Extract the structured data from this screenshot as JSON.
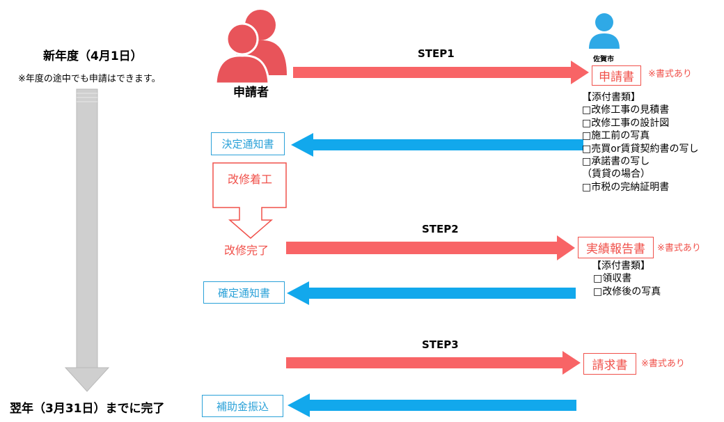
{
  "timeline": {
    "start_title": "新年度（4月1日）",
    "start_note": "※年度の途中でも申請はできます。",
    "end_title": "翌年（3月31日）までに完了"
  },
  "applicant": {
    "label": "申請者"
  },
  "city": {
    "label": "佐賀市"
  },
  "steps": [
    {
      "label": "STEP1",
      "document": "申請書",
      "format_note": "※書式あり",
      "attachments_title": "【添付書類】",
      "attachments": [
        "□改修工事の見積書",
        "□改修工事の設計図",
        "□施工前の写真",
        "□売買or賃貸契約書の写し",
        "□承諾書の写し",
        "（賃貸の場合）",
        "□市税の完納証明書"
      ],
      "response": "決定通知書"
    },
    {
      "label": "STEP2",
      "document": "実績報告書",
      "format_note": "※書式あり",
      "attachments_title": "【添付書類】",
      "attachments": [
        "□領収書",
        "□改修後の写真"
      ],
      "response": "確定通知書"
    },
    {
      "label": "STEP3",
      "document": "請求書",
      "format_note": "※書式あり",
      "response": "補助金振込"
    }
  ],
  "work": {
    "start": "改修着工",
    "complete": "改修完了"
  },
  "colors": {
    "red": "#f0504a",
    "blue": "#2aa1d8",
    "person_red": "#e8545a",
    "person_blue": "#2fa9e6",
    "timeline_gray": "#cfcfcf"
  }
}
